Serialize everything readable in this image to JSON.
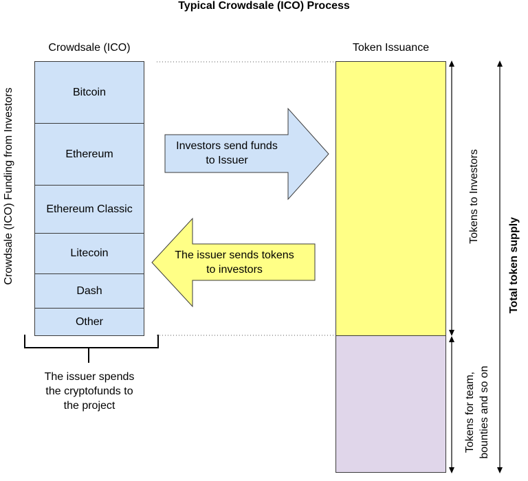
{
  "title": "Typical Crowdsale (ICO) Process",
  "crowdsale": {
    "heading": "Crowdsale (ICO)",
    "side_label": "Crowdsale (ICO) Funding from Investors",
    "items": [
      "Bitcoin",
      "Ethereum",
      "Ethereum Classic",
      "Litecoin",
      "Dash",
      "Other"
    ],
    "spend_note": [
      "The issuer spends",
      "the cryptofunds to",
      "the project"
    ]
  },
  "token": {
    "heading": "Token Issuance",
    "investors_label": "Tokens to Investors",
    "team_label_line1": "Tokens for team,",
    "team_label_line2": "bounties and so on",
    "total_label": "Total token supply"
  },
  "arrows": {
    "send_funds_line1": "Investors send funds",
    "send_funds_line2": "to Issuer",
    "send_tokens_line1": "The issuer sends tokens",
    "send_tokens_line2": "to investors"
  },
  "colors": {
    "crypto_cell": "#cfe2f8",
    "tokens_investors": "#ffff86",
    "tokens_team": "#e0d6ea"
  }
}
